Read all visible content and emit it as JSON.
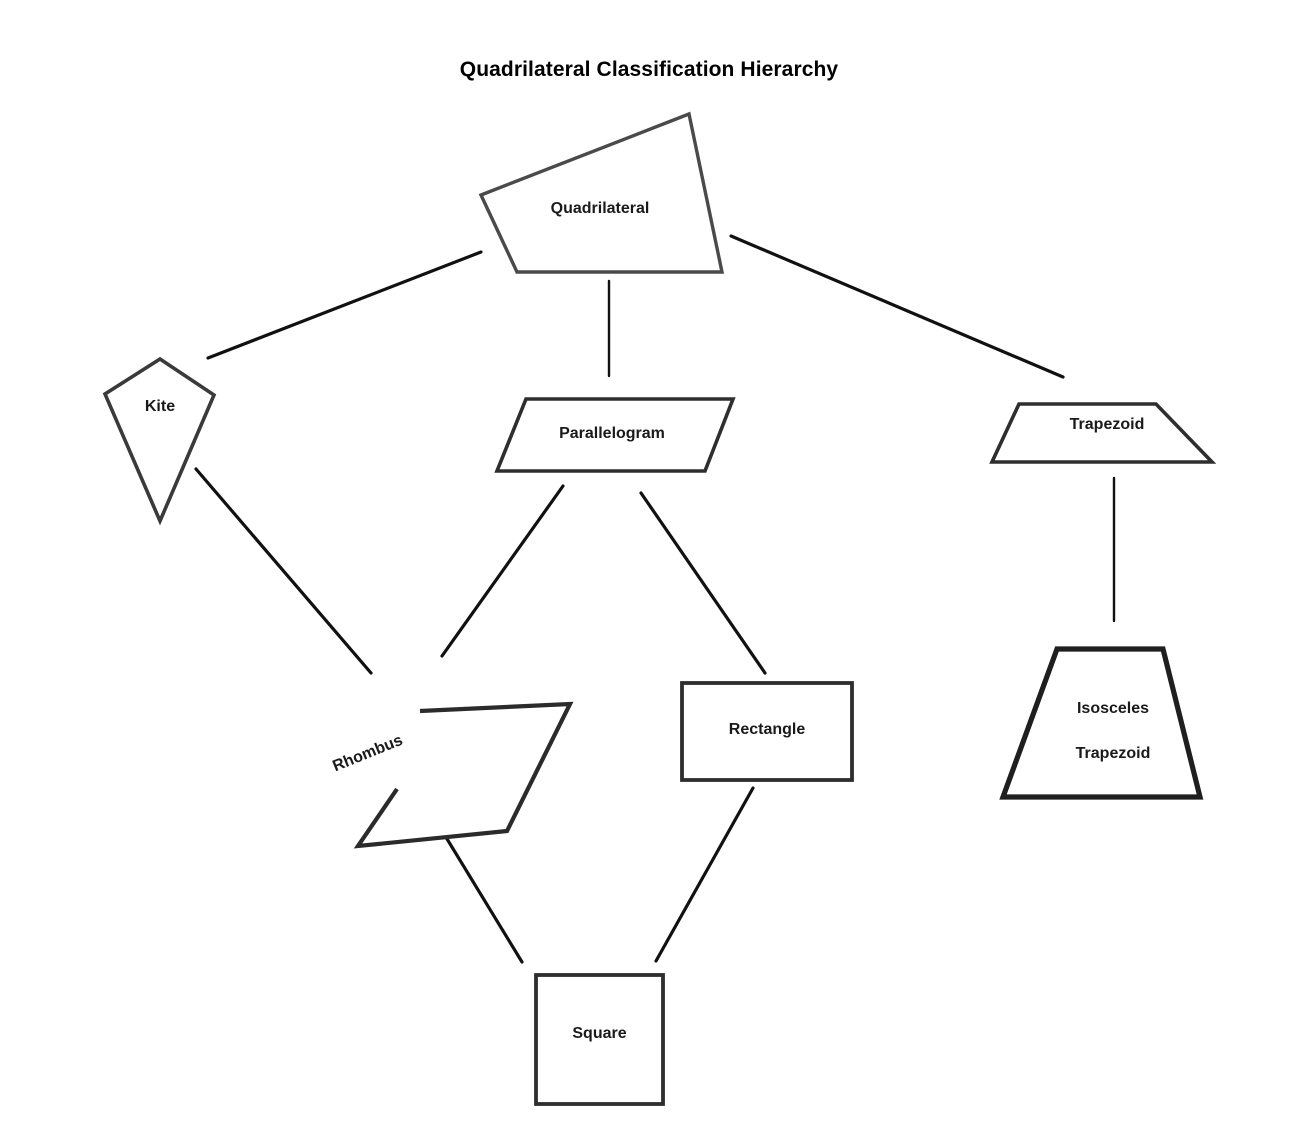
{
  "title": "Quadrilateral Classification Hierarchy",
  "colors": {
    "background": "#ffffff",
    "shape_stroke": "#3a3a3a",
    "shape_stroke_dark": "#262626",
    "connector": "#111111",
    "text": "#1a1a1a"
  },
  "nodes": {
    "quadrilateral": {
      "label": "Quadrilateral",
      "shape": "irregular-quadrilateral"
    },
    "kite": {
      "label": "Kite",
      "shape": "kite"
    },
    "parallelogram": {
      "label": "Parallelogram",
      "shape": "parallelogram"
    },
    "trapezoid": {
      "label": "Trapezoid",
      "shape": "trapezoid"
    },
    "rhombus": {
      "label": "Rhombus",
      "shape": "rhombus"
    },
    "rectangle": {
      "label": "Rectangle",
      "shape": "rectangle"
    },
    "isosceles_trapezoid": {
      "label_line1": "Isosceles",
      "label_line2": "Trapezoid",
      "shape": "isosceles-trapezoid"
    },
    "square": {
      "label": "Square",
      "shape": "square"
    }
  },
  "edges": [
    {
      "from": "Quadrilateral",
      "to": "Kite"
    },
    {
      "from": "Quadrilateral",
      "to": "Parallelogram"
    },
    {
      "from": "Quadrilateral",
      "to": "Trapezoid"
    },
    {
      "from": "Kite",
      "to": "Rhombus"
    },
    {
      "from": "Parallelogram",
      "to": "Rhombus"
    },
    {
      "from": "Parallelogram",
      "to": "Rectangle"
    },
    {
      "from": "Trapezoid",
      "to": "Isosceles Trapezoid"
    },
    {
      "from": "Rhombus",
      "to": "Square"
    },
    {
      "from": "Rectangle",
      "to": "Square"
    }
  ]
}
